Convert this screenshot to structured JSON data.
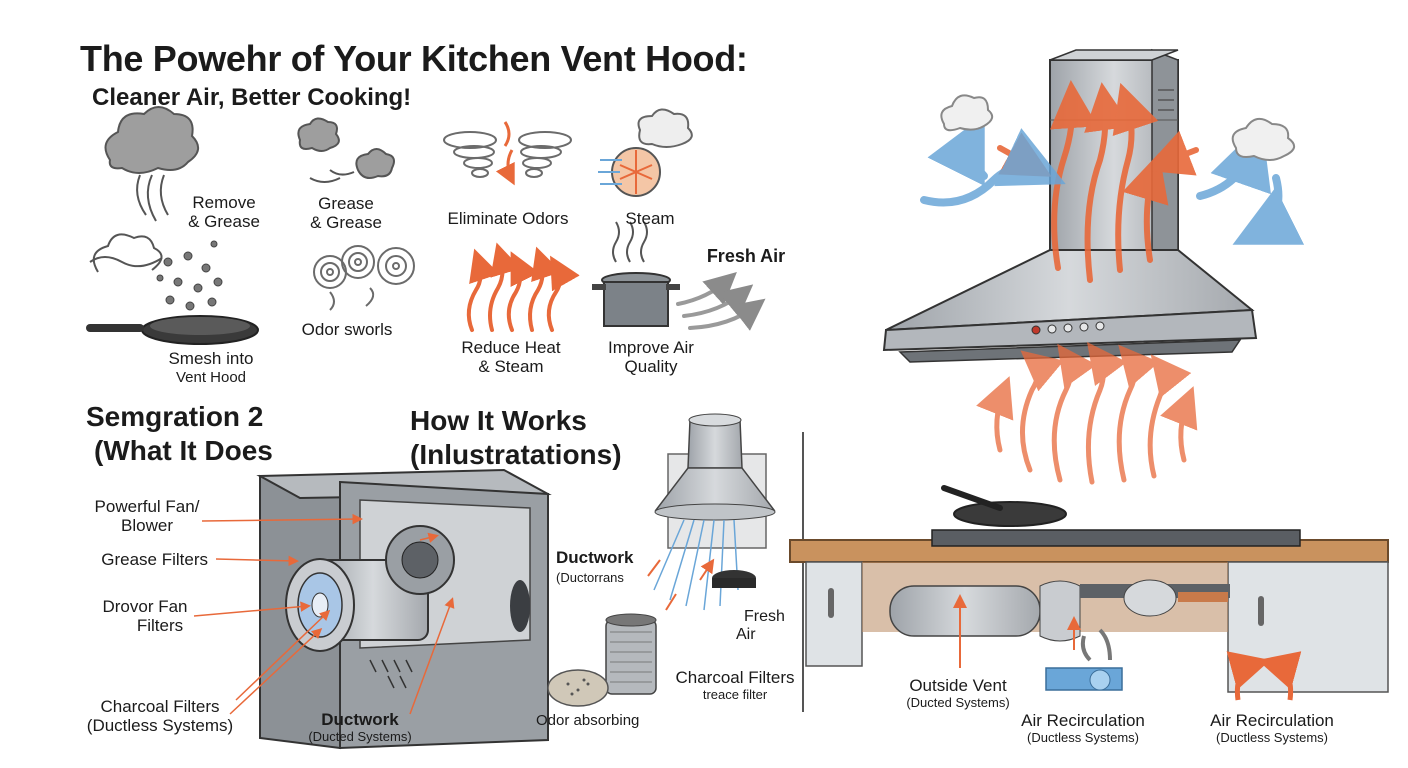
{
  "header": {
    "title": "The Powehr of Your Kitchen Vent Hood:",
    "subtitle": "Cleaner Air, Better Cooking!"
  },
  "benefits": {
    "remove": {
      "line1": "Remove",
      "line2": "& Grease"
    },
    "grease": {
      "line1": "Grease",
      "line2": "& Grease"
    },
    "eliminate": "Eliminate Odors",
    "steam": "Steam",
    "smash": {
      "line1": "Smesh into",
      "line2": "Vent Hood"
    },
    "odor_swirls": "Odor sworls",
    "reduce": {
      "line1": "Reduce Heat",
      "line2": "& Steam"
    },
    "improve": {
      "line1": "Improve Air",
      "line2": "Quality"
    },
    "fresh_air": "Fresh Air"
  },
  "section2": {
    "heading_line1": "Semgration 2",
    "heading_line2": "(What It Does",
    "labels": {
      "fan": {
        "line1": "Powerful Fan/",
        "line2": "Blower"
      },
      "grease_filters": "Grease Filters",
      "drovor": {
        "line1": "Drovor Fan",
        "line2": "Filters"
      },
      "charcoal": {
        "line1": "Charcoal Filters",
        "line2": "(Ductless Systems)"
      },
      "ductwork": {
        "line1": "Ductwork",
        "line2": "(Ducted Systems)"
      }
    }
  },
  "how_it_works": {
    "heading_line1": "How It Works",
    "heading_line2": "(Inlustratations)",
    "ductwork": {
      "line1": "Ductwork",
      "line2": "(Ductorrans"
    },
    "fresh_air": {
      "line1": "Fresh",
      "line2": "Air"
    },
    "charcoal": {
      "line1": "Charcoal Filters",
      "line2": "treace filter"
    },
    "odor_absorbing": "Odor absorbing"
  },
  "kitchen": {
    "outside_vent": {
      "line1": "Outside Vent",
      "line2": "(Ducted Systems)"
    },
    "air_recirc_1": {
      "line1": "Air Recirculation",
      "line2": "(Ductless Systems)"
    },
    "air_recirc_2": {
      "line1": "Air Recirculation",
      "line2": "(Ductless Systems)"
    }
  },
  "colors": {
    "heat_orange": "#e8693a",
    "cool_blue": "#6aa6d8",
    "steel": "#b9bec4",
    "counter_wood": "#c9925e"
  }
}
